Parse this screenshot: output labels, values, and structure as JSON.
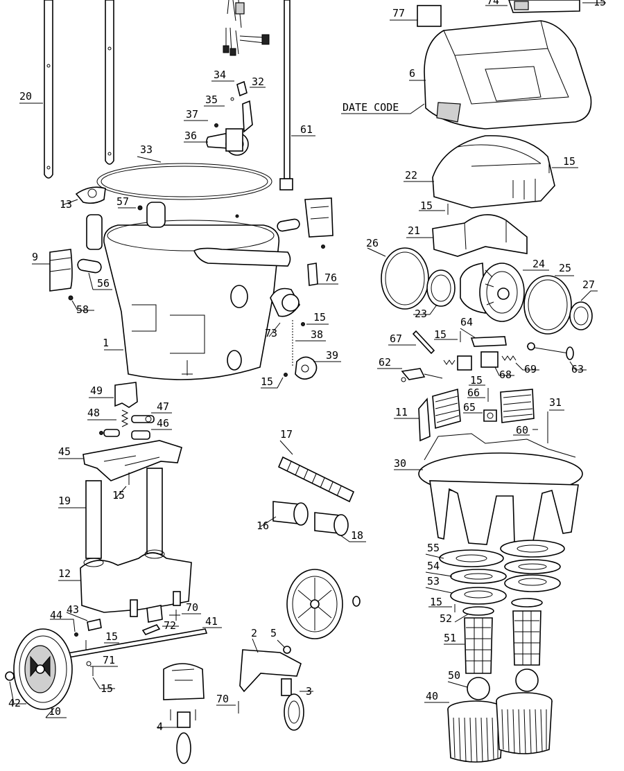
{
  "diagram": {
    "date_code_label": "DATE CODE",
    "callouts": {
      "c1": "1",
      "c2": "2",
      "c3": "3",
      "c4": "4",
      "c5": "5",
      "c6": "6",
      "c9": "9",
      "c10": "10",
      "c11": "11",
      "c12": "12",
      "c13": "13",
      "c15a": "15",
      "c15b": "15",
      "c15c": "15",
      "c15d": "15",
      "c15e": "15",
      "c15f": "15",
      "c15g": "15",
      "c15h": "15",
      "c15i": "15",
      "c15j": "15",
      "c15k": "15",
      "c16": "16",
      "c17": "17",
      "c18": "18",
      "c19": "19",
      "c20": "20",
      "c21": "21",
      "c22": "22",
      "c23": "23",
      "c24": "24",
      "c25": "25",
      "c26": "26",
      "c27": "27",
      "c30": "30",
      "c31": "31",
      "c32": "32",
      "c33": "33",
      "c34": "34",
      "c35": "35",
      "c36": "36",
      "c37": "37",
      "c38": "38",
      "c39": "39",
      "c40": "40",
      "c41": "41",
      "c42": "42",
      "c43": "43",
      "c44": "44",
      "c45": "45",
      "c46": "46",
      "c47": "47",
      "c48": "48",
      "c49": "49",
      "c50": "50",
      "c51": "51",
      "c52": "52",
      "c53": "53",
      "c54": "54",
      "c55": "55",
      "c56": "56",
      "c57": "57",
      "c58": "58",
      "c60": "60",
      "c61": "61",
      "c62": "62",
      "c63": "63",
      "c64": "64",
      "c65": "65",
      "c66": "66",
      "c67": "67",
      "c68": "68",
      "c69": "69",
      "c70a": "70",
      "c70b": "70",
      "c71": "71",
      "c72": "72",
      "c73": "73",
      "c74": "74",
      "c76": "76",
      "c77": "77"
    }
  }
}
